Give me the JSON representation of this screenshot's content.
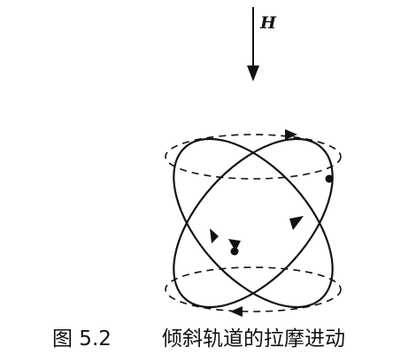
{
  "figure": {
    "field_label": "H",
    "caption_number": "图 5.2",
    "caption_title": "倾斜轨道的拉摩进动"
  },
  "colors": {
    "ink": "#111111",
    "background": "#ffffff"
  }
}
